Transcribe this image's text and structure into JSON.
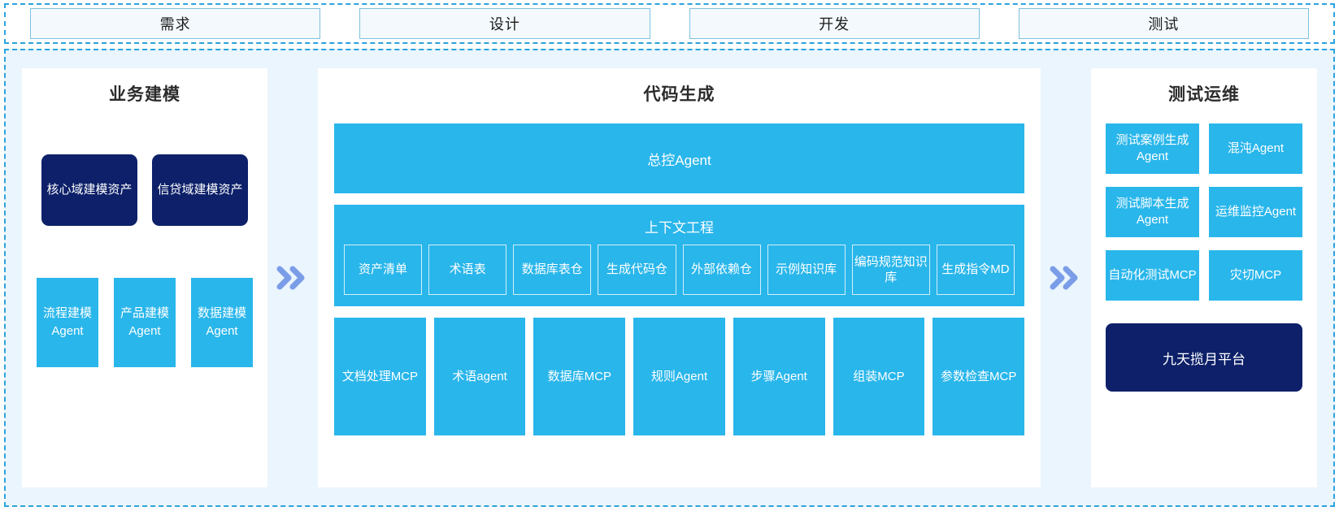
{
  "stages": {
    "items": [
      {
        "label": "需求"
      },
      {
        "label": "设计"
      },
      {
        "label": "开发"
      },
      {
        "label": "测试"
      }
    ]
  },
  "colors": {
    "accent_cyan": "#29b6eb",
    "deep_navy": "#0d2069",
    "panel_bg": "#ffffff",
    "body_bg": "#eaf5fd",
    "dashed_border": "#2aa3dd",
    "chevron": "#7b9de8"
  },
  "panels": {
    "business_modeling": {
      "title": "业务建模",
      "assets": [
        {
          "label": "核心域建模资产"
        },
        {
          "label": "信贷域建模资产"
        }
      ],
      "agents": [
        {
          "label": "流程建模Agent"
        },
        {
          "label": "产品建模Agent"
        },
        {
          "label": "数据建模Agent"
        }
      ]
    },
    "code_generation": {
      "title": "代码生成",
      "controller": {
        "label": "总控Agent"
      },
      "context_engineering": {
        "title": "上下文工程",
        "items": [
          {
            "label": "资产清单"
          },
          {
            "label": "术语表"
          },
          {
            "label": "数据库表仓"
          },
          {
            "label": "生成代码仓"
          },
          {
            "label": "外部依赖仓"
          },
          {
            "label": "示例知识库"
          },
          {
            "label": "编码规范知识库"
          },
          {
            "label": "生成指令MD"
          }
        ]
      },
      "tools": [
        {
          "label": "文档处理MCP"
        },
        {
          "label": "术语agent"
        },
        {
          "label": "数据库MCP"
        },
        {
          "label": "规则Agent"
        },
        {
          "label": "步骤Agent"
        },
        {
          "label": "组装MCP"
        },
        {
          "label": "参数检查MCP"
        }
      ]
    },
    "test_ops": {
      "title": "测试运维",
      "items": [
        {
          "label": "测试案例生成Agent"
        },
        {
          "label": "混沌Agent"
        },
        {
          "label": "测试脚本生成Agent"
        },
        {
          "label": "运维监控Agent"
        },
        {
          "label": "自动化测试MCP"
        },
        {
          "label": "灾切MCP"
        }
      ],
      "platform": {
        "label": "九天揽月平台"
      }
    }
  },
  "connectors": {
    "left_to_center": {
      "icon": "double-chevron-right-icon"
    },
    "center_to_right": {
      "icon": "double-chevron-right-icon"
    }
  }
}
